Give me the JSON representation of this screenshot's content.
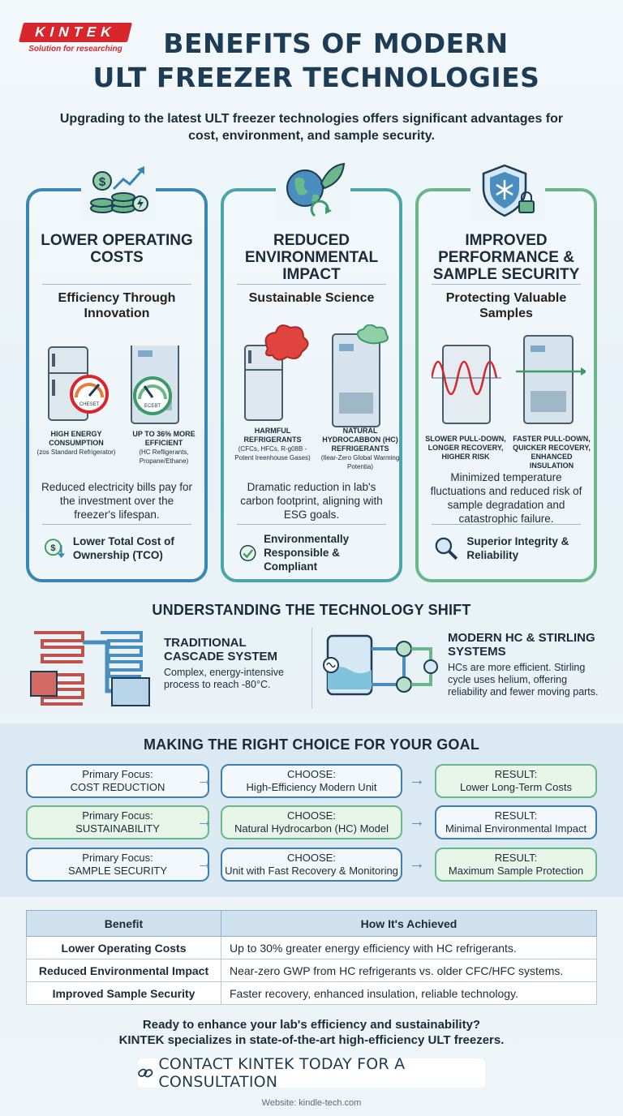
{
  "brand": {
    "name": "KINTEK",
    "tagline": "Solution for researching"
  },
  "header": {
    "title_line1": "BENEFITS OF MODERN",
    "title_line2": "ULT FREEZER TECHNOLOGIES",
    "intro": "Upgrading to the latest ULT freezer technologies offers significant advantages for cost, environment, and sample security."
  },
  "cards": [
    {
      "icon": "money-growth-icon",
      "title": "LOWER OPERATING COSTS",
      "subtitle": "Efficiency Through Innovation",
      "left_label": "HIGH ENERGY CONSUMPTION",
      "left_note": "(zos Standard Refrigerator)",
      "right_label": "UP TO 36% MORE EFFICIENT",
      "right_note": "(HC Refligerants, Propane/Ethane)",
      "left_gauge": "CHESET",
      "right_gauge": "ECEBT",
      "description": "Reduced electricity bills pay for the investment over the freezer's lifespan.",
      "footer_icon": "dollar-down-icon",
      "footer": "Lower Total Cost of Ownership (TCO)"
    },
    {
      "icon": "globe-leaf-icon",
      "title": "REDUCED ENVIRONMENTAL IMPACT",
      "subtitle": "Sustainable Science",
      "left_label": "HARMFUL REFRIGERANTS",
      "left_note": "(CFCs, HFCs, R-g08B - Potent Ireenhouse Gases)",
      "right_label": "NATURAL HYDROCABBON (HC) REFRIGERANTS",
      "right_note": "(Ilear-Zero Global Warming Potentia)",
      "description": "Dramatic reduction in lab's carbon footprint, aligning with ESG goals.",
      "footer_icon": "check-circle-icon",
      "footer": "Environmentally Responsible & Compliant"
    },
    {
      "icon": "shield-snowflake-icon",
      "title": "IMPROVED PERFORMANCE & SAMPLE SECURITY",
      "subtitle": "Protecting Valuable Samples",
      "left_label": "SLOWER PULL-DOWN, LONGER RECOVERY, HIGHER RISK",
      "right_label": "FASTER PULL-DOWN, QUICKER RECOVERY, ENHANCED INSULATION",
      "description": "Minimized temperature fluctuations and reduced risk of sample degradation and catastrophic failure.",
      "footer_icon": "magnifier-icon",
      "footer": "Superior Integrity & Reliability"
    }
  ],
  "tech": {
    "heading": "UNDERSTANDING THE TECHNOLOGY SHIFT",
    "left": {
      "title": "TRADITIONAL CASCADE SYSTEM",
      "desc": "Complex, energy-intensive process to reach -80°C."
    },
    "right": {
      "title": "MODERN HC & STIRLING SYSTEMS",
      "desc": "HCs are more efficient. Stirling cycle uses helium, offering reliability and fewer moving parts."
    }
  },
  "choice": {
    "heading": "MAKING THE RIGHT CHOICE FOR YOUR GOAL",
    "rows": [
      {
        "focus_label": "Primary Focus:",
        "focus": "COST REDUCTION",
        "choose_label": "CHOOSE:",
        "choose": "High-Efficiency Modern Unit",
        "result_label": "RESULT:",
        "result": "Lower Long-Term Costs"
      },
      {
        "focus_label": "Primary Focus:",
        "focus": "SUSTAINABILITY",
        "choose_label": "CHOOSE:",
        "choose": "Natural Hydrocarbon (HC) Model",
        "result_label": "RESULT:",
        "result": "Minimal Environmental Impact"
      },
      {
        "focus_label": "Primary Focus:",
        "focus": "SAMPLE SECURITY",
        "choose_label": "CHOOSE:",
        "choose": "Unit with Fast Recovery & Monitoring",
        "result_label": "RESULT:",
        "result": "Maximum Sample Protection"
      }
    ]
  },
  "table": {
    "headers": [
      "Benefit",
      "How It's Achieved"
    ],
    "rows": [
      [
        "Lower Operating Costs",
        "Up to 30% greater energy efficiency with HC refrigerants."
      ],
      [
        "Reduced Environmental Impact",
        "Near-zero GWP from HC refrigerants vs. older CFC/HFC systems."
      ],
      [
        "Improved Sample Security",
        "Faster recovery, enhanced insulation, reliable technology."
      ]
    ]
  },
  "cta": {
    "question_line1": "Ready to enhance your lab's efficiency and sustainability?",
    "question_line2": "KINTEK specializes in state-of-the-art high-efficiency ULT freezers.",
    "button": "CONTACT KINTEK TODAY FOR A CONSULTATION",
    "website": "Website: kindle-tech.com"
  },
  "colors": {
    "primary": "#1d3c55",
    "blue": "#3a86b4",
    "teal": "#4aa6a8",
    "green": "#6ab88a",
    "brand_red": "#d8262c"
  }
}
